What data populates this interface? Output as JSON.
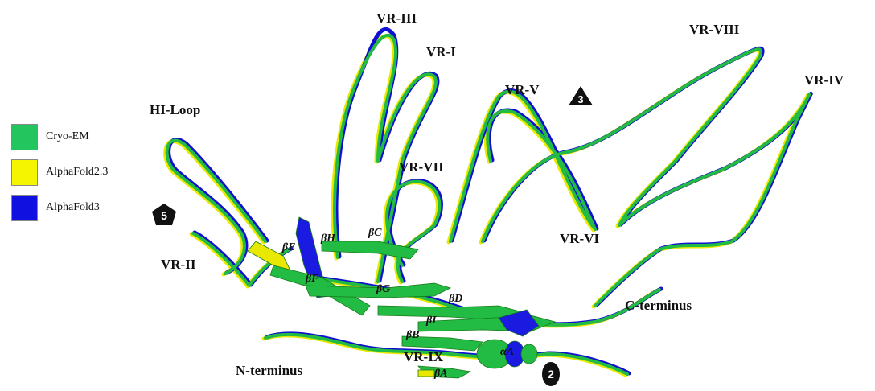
{
  "legend": [
    {
      "label": "Cryo-EM",
      "color": "#22c55e"
    },
    {
      "label": "AlphaFold2.3",
      "color": "#f5f500"
    },
    {
      "label": "AlphaFold3",
      "color": "#1010e0"
    }
  ],
  "regions": {
    "vr_iii": "VR-III",
    "vr_i": "VR-I",
    "vr_viii": "VR-VIII",
    "vr_iv": "VR-IV",
    "vr_v": "VR-V",
    "hi_loop": "HI-Loop",
    "vr_vii": "VR-VII",
    "vr_vi": "VR-VI",
    "vr_ii": "VR-II",
    "c_terminus": "C-terminus",
    "n_terminus": "N-terminus",
    "vr_ix": "VR-IX"
  },
  "strands": {
    "beta_e": "βE",
    "beta_h": "βH",
    "beta_c": "βC",
    "beta_f": "βF",
    "beta_g": "βG",
    "beta_d": "βD",
    "beta_i": "βI",
    "beta_b": "βB",
    "beta_a": "βA",
    "alpha_a": "αA"
  },
  "symbols": {
    "pentagon": "5",
    "triangle": "3",
    "ellipse": "2"
  }
}
